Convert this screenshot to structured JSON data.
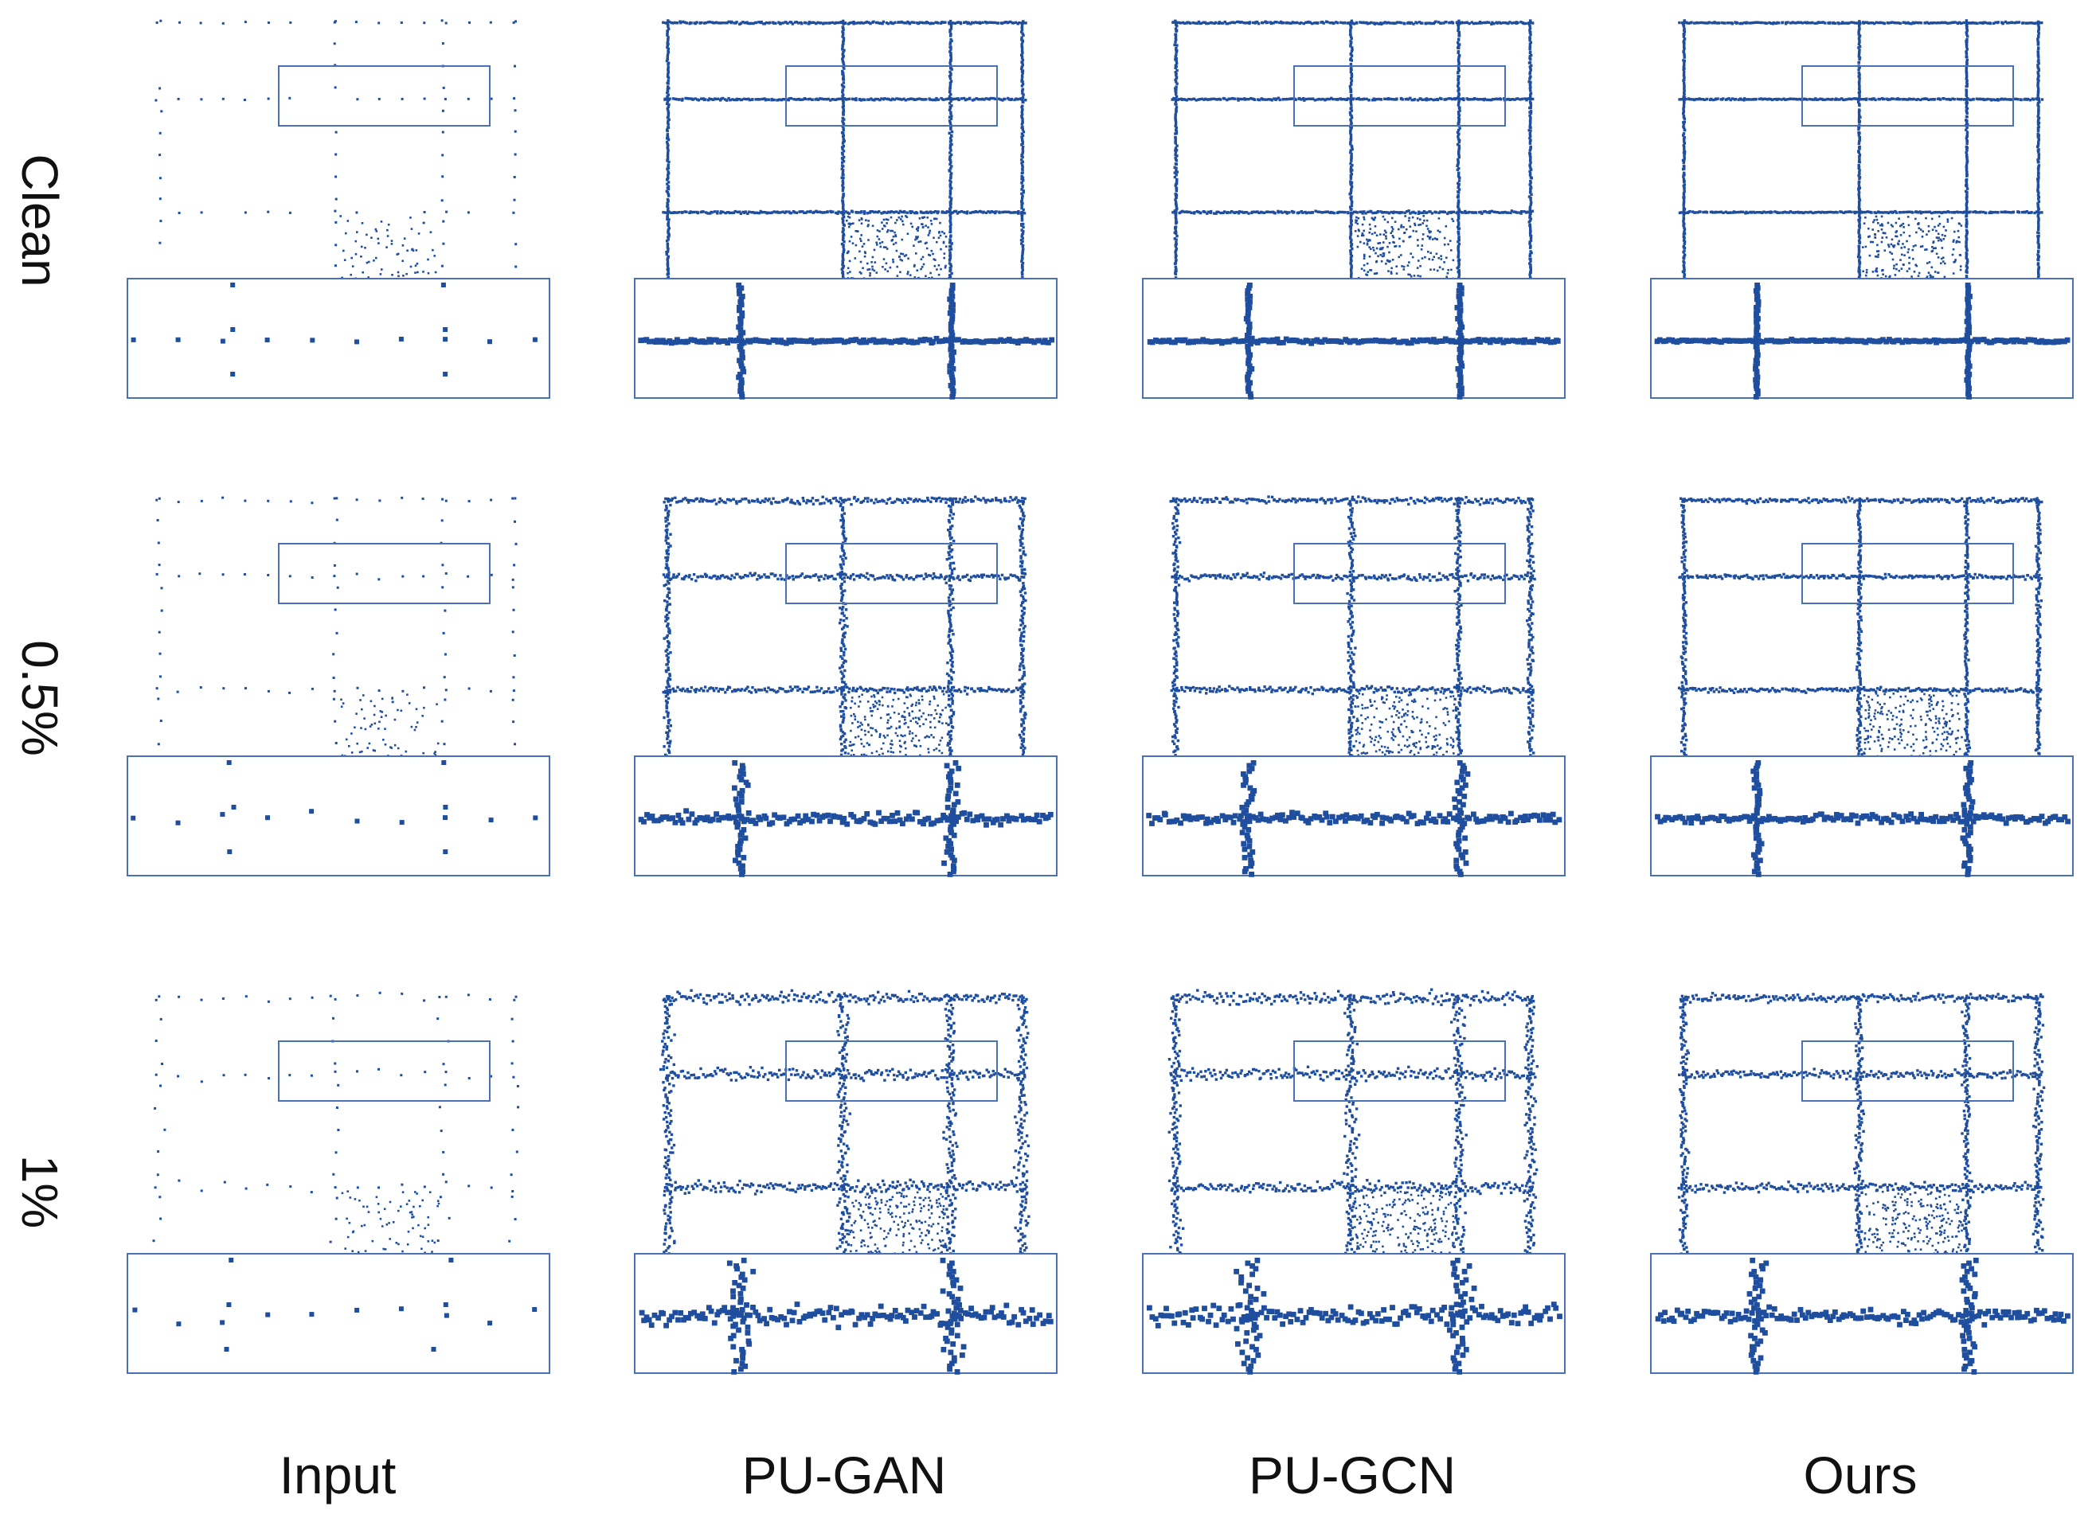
{
  "figure": {
    "columns": [
      "Input",
      "PU-GAN",
      "PU-GCN",
      "Ours"
    ],
    "rows": [
      "Clean",
      "0.5%",
      "1%"
    ],
    "point_color": "#1f4e9e",
    "box_color": "#4a70b8"
  }
}
